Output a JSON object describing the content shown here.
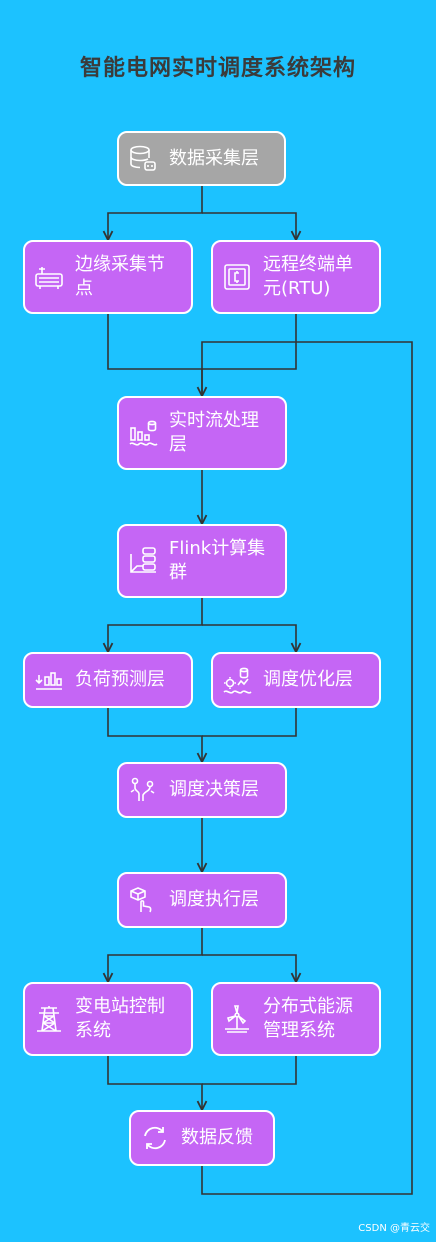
{
  "title": "智能电网实时调度系统架构",
  "nodes": {
    "data_collection_layer": "数据采集层",
    "edge_collection_node": "边缘采集节点",
    "rtu": "远程终端单元(RTU)",
    "stream_processing_layer": "实时流处理层",
    "flink_cluster": "Flink计算集群",
    "load_forecast_layer": "负荷预测层",
    "dispatch_optimization_layer": "调度优化层",
    "dispatch_decision_layer": "调度决策层",
    "dispatch_execution_layer": "调度执行层",
    "substation_control_system": "变电站控制系统",
    "der_management_system": "分布式能源管理系统",
    "data_feedback": "数据反馈"
  },
  "icons": {
    "data_collection_layer": "database-icon",
    "edge_collection_node": "edge-device-icon",
    "rtu": "terminal-unit-icon",
    "stream_processing_layer": "stream-processing-icon",
    "flink_cluster": "server-cluster-icon",
    "load_forecast_layer": "load-forecast-icon",
    "dispatch_optimization_layer": "optimization-icon",
    "dispatch_decision_layer": "decision-icon",
    "dispatch_execution_layer": "execution-icon",
    "substation_control_system": "substation-tower-icon",
    "der_management_system": "wind-turbine-icon",
    "data_feedback": "refresh-icon"
  },
  "watermark": "CSDN @青云交",
  "colors": {
    "background": "#1cc2ff",
    "node_fill": "#c566f5",
    "node_fill_grey": "#a6a6a6",
    "node_border": "#ffffff",
    "edge": "#333333",
    "title": "#3b3b3b"
  }
}
